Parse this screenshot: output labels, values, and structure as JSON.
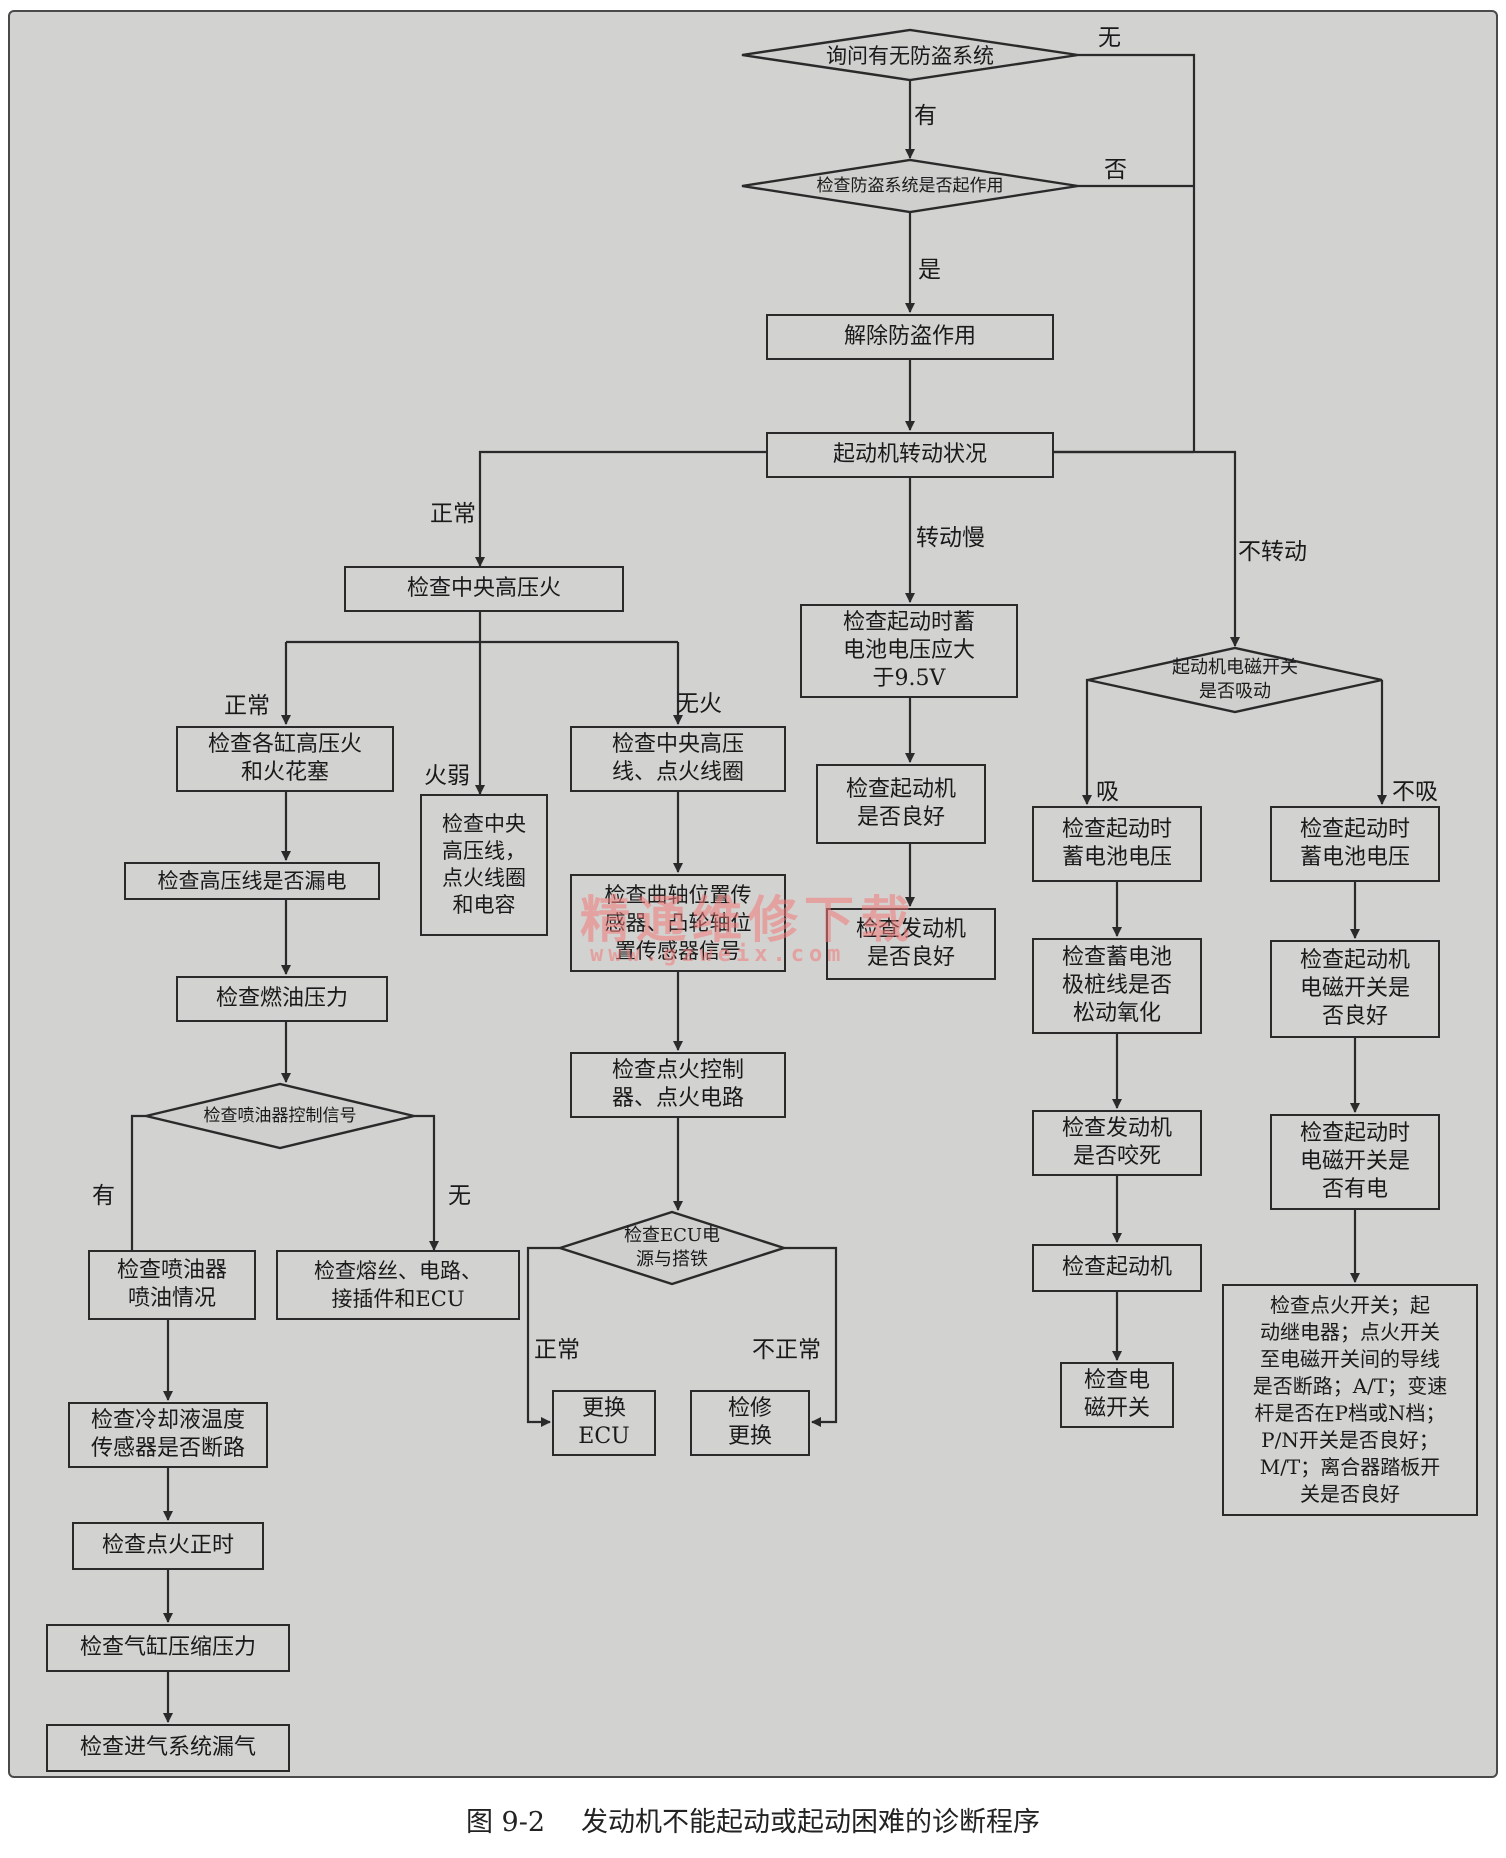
{
  "nodes": {
    "ask_antitheft": "询问有无防盗系统",
    "check_antitheft_active": "检查防盗系统是否起作用",
    "disable_antitheft": "解除防盗作用",
    "starter_status": "起动机转动状况",
    "check_central_hv_spark": "检查中央高压火",
    "check_cylinder_spark_plugs": "检查各缸高压火\n和火花塞",
    "check_hv_wire_leak": "检查高压线是否漏电",
    "check_fuel_pressure": "检查燃油压力",
    "check_injector_signal": "检查喷油器控制信号",
    "check_injector_spray": "检查喷油器\n喷油情况",
    "check_fuse_circuit_ecu": "检查熔丝、电路、\n接插件和ECU",
    "check_coolant_sensor": "检查冷却液温度\n传感器是否断路",
    "check_ignition_timing": "检查点火正时",
    "check_compression": "检查气缸压缩压力",
    "check_intake_leak": "检查进气系统漏气",
    "check_central_hv_weak": "检查中央\n高压线，\n点火线圈\n和电容",
    "check_central_hv_coil": "检查中央高压\n线、点火线圈",
    "check_crank_sensor": "检查曲轴位置传\n感器、凸轮轴位\n置传感器信号",
    "check_igniter_circuit": "检查点火控制\n器、点火电路",
    "check_ecu_power": "检查ECU电\n源与搭铁",
    "replace_ecu": "更换\nECU",
    "repair_replace": "检修\n更换",
    "check_battery_voltage_slow": "检查起动时蓄\n电池电压应大\n于9.5V",
    "check_starter_good": "检查起动机\n是否良好",
    "check_engine_good": "检查发动机\n是否良好",
    "solenoid_engaged": "起动机电磁开关\n是否吸动",
    "check_battery_voltage_a": "检查起动时\n蓄电池电压",
    "check_battery_terminals": "检查蓄电池\n极桩线是否\n松动氧化",
    "check_engine_seized": "检查发动机\n是否咬死",
    "check_starter": "检查起动机",
    "check_solenoid_switch": "检查电\n磁开关",
    "check_battery_voltage_b": "检查起动时\n蓄电池电压",
    "check_starter_solenoid": "检查起动机\n电磁开关是\n否良好",
    "check_solenoid_powered": "检查起动时\n电磁开关是\n否有电",
    "check_ignition_switch": "检查点火开关；起\n动继电器；点火开关\n至电磁开关间的导线\n是否断路；A/T；变速\n杆是否在P档或N档；\nP/N开关是否良好；\nM/T；离合器踏板开\n关是否良好"
  },
  "labels": {
    "none": "无",
    "has": "有",
    "no": "否",
    "yes": "是",
    "normal": "正常",
    "slow": "转动慢",
    "not_turning": "不转动",
    "normal2": "正常",
    "no_spark": "无火",
    "weak_spark": "火弱",
    "has2": "有",
    "none2": "无",
    "normal3": "正常",
    "abnormal": "不正常",
    "engaged": "吸",
    "not_engaged": "不吸"
  },
  "watermark": {
    "text": "精通维修下载",
    "url": "www.gzweix.com"
  },
  "caption": {
    "number": "图 9-2",
    "title": "发动机不能起动或起动困难的诊断程序"
  }
}
